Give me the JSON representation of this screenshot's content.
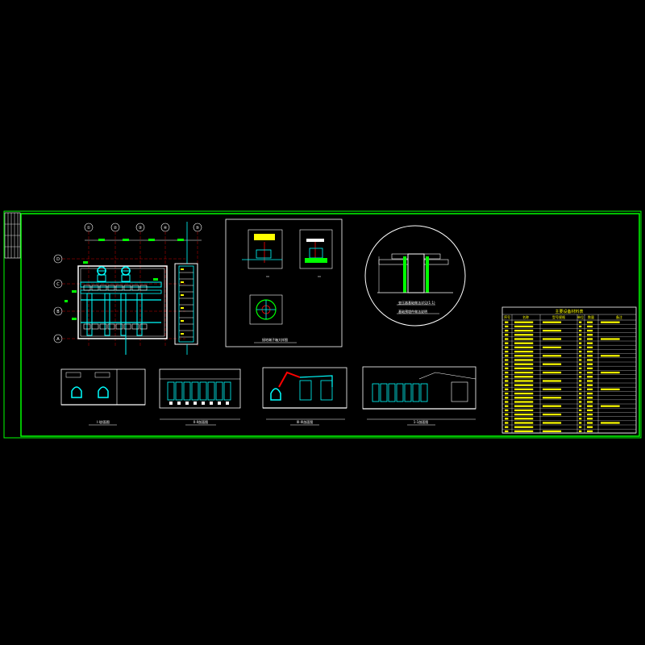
{
  "axes": {
    "columns": [
      "①",
      "②",
      "③",
      "④",
      "⑤"
    ],
    "rows": [
      "D",
      "C",
      "B",
      "A"
    ]
  },
  "views": {
    "elevation_1": "I-I剖面图",
    "elevation_2": "II-II剖面图",
    "elevation_3": "III-III剖面图",
    "elevation_4": "1-1剖面图",
    "detail": "接地端子箱大样图",
    "circle_note_1": "变压器基础做法详见(1:1)",
    "circle_note_2": "基础预埋件做法说明"
  },
  "table": {
    "title": "主要设备材料表",
    "headers": [
      "序号",
      "名称",
      "型号规格",
      "单位",
      "数量",
      "备注"
    ]
  },
  "colors": {
    "frame": "#00ff00",
    "table_line": "#ffff00",
    "table_text": "#ffff00",
    "plan": "#00ffff",
    "accent": "#ff0000",
    "outline": "#ffffff"
  }
}
